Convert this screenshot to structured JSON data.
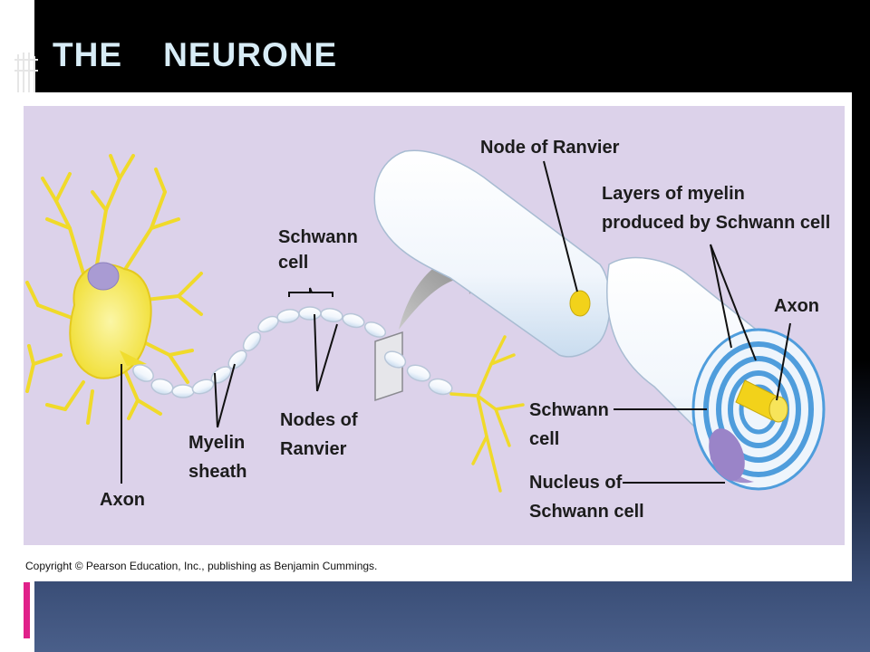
{
  "slide": {
    "title": "THE    NEURONE"
  },
  "diagram": {
    "labels": {
      "node_of_ranvier": "Node of Ranvier",
      "layers_line1": "Layers of myelin",
      "layers_line2": "produced by Schwann cell",
      "schwann_top_line1": "Schwann",
      "schwann_top_line2": "cell",
      "axon_right": "Axon",
      "schwann_right_line1": "Schwann",
      "schwann_right_line2": "cell",
      "nucleus_line1": "Nucleus of",
      "nucleus_line2": "Schwann cell",
      "nodes_line1": "Nodes of",
      "nodes_line2": "Ranvier",
      "myelin_line1": "Myelin",
      "myelin_line2": "sheath",
      "axon_left": "Axon"
    },
    "copyright": "Copyright © Pearson Education, Inc., publishing as Benjamin Cummings."
  },
  "colors": {
    "diagram_background": "#dcd2ea",
    "neuron_body": "#f5e94a",
    "nucleus": "#a99bd3",
    "myelin": "#eef4fb",
    "myelin_spiral": "#4f9ddc",
    "axon_core": "#f2d21a",
    "title_text": "#d8ecf6",
    "accent": "#e0218a"
  }
}
